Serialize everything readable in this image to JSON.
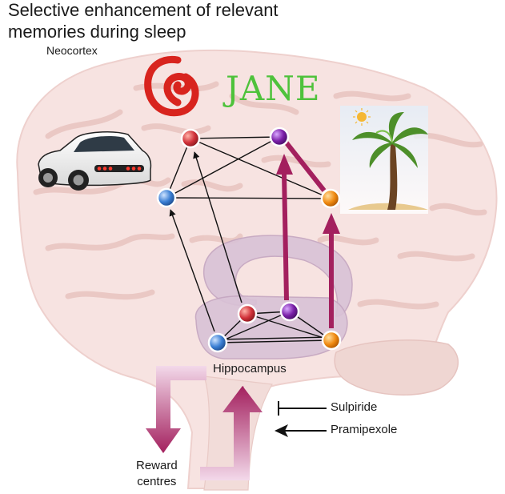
{
  "title": {
    "line1": "Selective enhancement of relevant",
    "line2": "memories during sleep"
  },
  "labels": {
    "neocortex": "Neocortex",
    "hippocampus": "Hippocampus",
    "sulpiride": "Sulpiride",
    "pramipexole": "Pramipexole",
    "reward_line1": "Reward",
    "reward_line2": "centres",
    "jane_word": "JANE"
  },
  "colors": {
    "brain_fill": "#f7e3e1",
    "brain_fold": "#e9c6c3",
    "hippocampus_fill": "#d9c2d6",
    "magenta_arrow": "#a3205e",
    "node_red": "#d1323a",
    "node_purple": "#7a1fa8",
    "node_blue": "#3b7fd4",
    "node_orange": "#f08a12",
    "jane_green": "#4ec23b",
    "spiral_red": "#d8241e"
  },
  "icons": [
    "car-icon",
    "spiral-icon",
    "palm-beach-icon"
  ],
  "network": {
    "neocortex_nodes": [
      "red",
      "purple",
      "blue",
      "orange"
    ],
    "hippocampus_nodes": [
      "red",
      "purple",
      "blue",
      "orange"
    ]
  }
}
